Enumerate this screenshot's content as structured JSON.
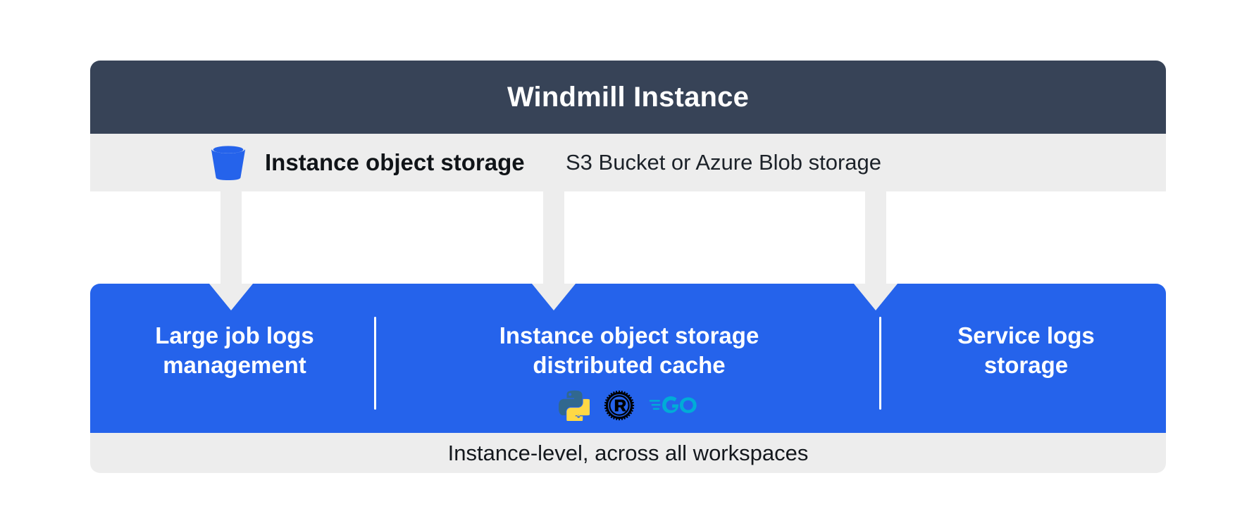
{
  "header": {
    "title": "Windmill Instance",
    "bg_color": "#374357"
  },
  "storage_strip": {
    "icon": "bucket-icon",
    "label": "Instance object storage",
    "sublabel": "S3 Bucket or Azure Blob storage",
    "bg_color": "#ededed"
  },
  "connectors": [
    {
      "name": "arrow-to-large-job-logs"
    },
    {
      "name": "arrow-to-distributed-cache"
    },
    {
      "name": "arrow-to-service-logs"
    }
  ],
  "panel": {
    "bg_color": "#2563eb",
    "columns": [
      {
        "title": "Large job logs\nmanagement",
        "logos": []
      },
      {
        "title": "Instance object storage\ndistributed cache",
        "logos": [
          "python-logo",
          "rust-logo",
          "go-logo"
        ]
      },
      {
        "title": "Service logs\nstorage",
        "logos": []
      }
    ]
  },
  "footer": {
    "text": "Instance-level, across all workspaces",
    "bg_color": "#ededed"
  },
  "colors": {
    "blue": "#2563eb",
    "slate": "#374357",
    "light_gray": "#ededed",
    "python_blue": "#31688f",
    "python_yellow": "#ffd845",
    "rust_black": "#000000",
    "go_cyan": "#00acd7"
  }
}
